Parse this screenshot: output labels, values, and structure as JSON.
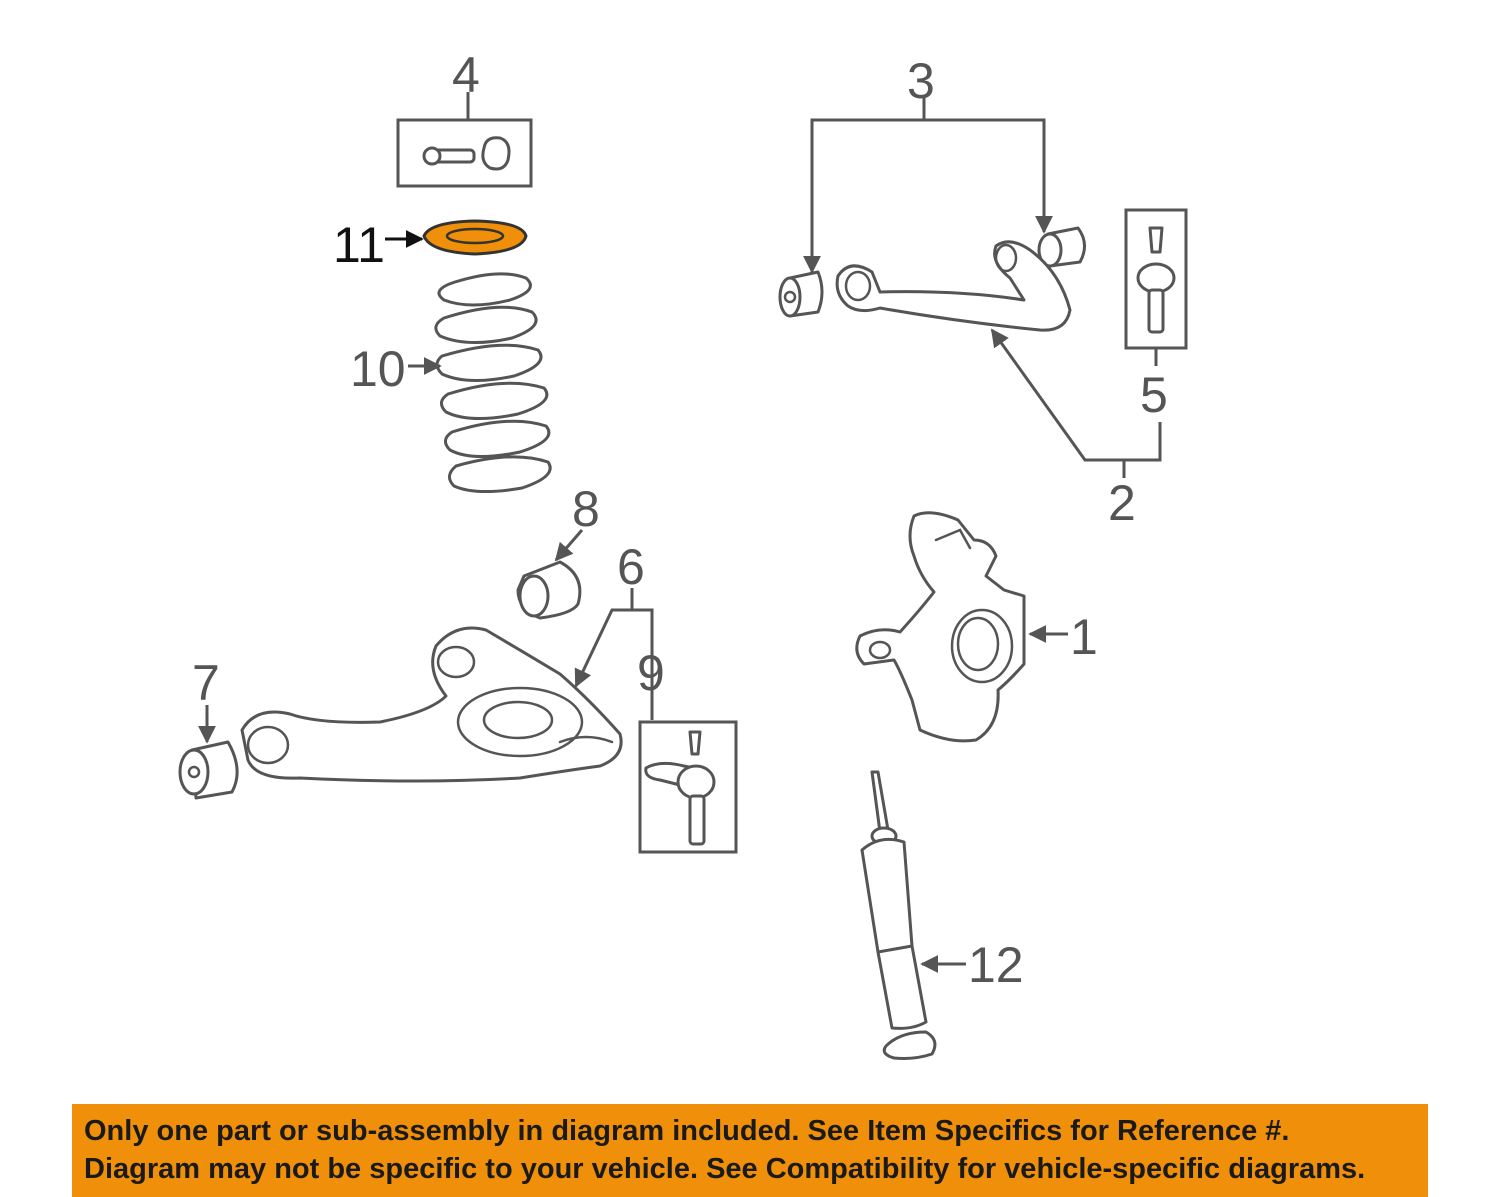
{
  "callouts": {
    "c1": "1",
    "c2": "2",
    "c3": "3",
    "c4": "4",
    "c5": "5",
    "c6": "6",
    "c7": "7",
    "c8": "8",
    "c9": "9",
    "c10": "10",
    "c11": "11",
    "c12": "12"
  },
  "highlight_color": "#f0900a",
  "banner": {
    "line1": "Only one part or sub-assembly in diagram included. See Item Specifics for Reference #.",
    "line2": "Diagram may not be specific to your vehicle. See Compatibility for vehicle-specific diagrams.",
    "background": "#f0900a"
  }
}
